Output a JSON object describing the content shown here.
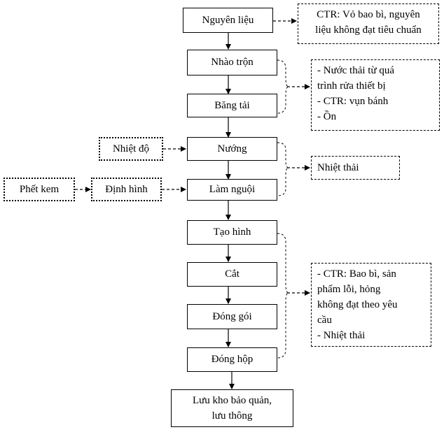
{
  "main_flow": {
    "raw_material": "Nguyên liệu",
    "mixing": "Nhào trộn",
    "conveyor": "Băng tải",
    "baking": "Nướng",
    "cooling": "Làm nguội",
    "shaping": "Tạo hình",
    "cutting": "Cắt",
    "packing": "Đóng gói",
    "boxing": "Đóng hộp",
    "storage_line1": "Lưu kho bảo quản,",
    "storage_line2": "lưu thông"
  },
  "inputs": {
    "temperature": "Nhiệt độ",
    "cream_spread": "Phết kem",
    "forming": "Định hình"
  },
  "outputs": {
    "raw_waste_line1": "CTR: Vỏ bao bì, nguyên",
    "raw_waste_line2": "liệu không đạt tiêu chuẩn",
    "mixing_waste": [
      "- Nước thải từ quá",
      "trình rửa thiết bị",
      "- CTR: vụn bánh",
      "- Ồn"
    ],
    "heat_waste": "Nhiệt thải",
    "packing_waste": [
      "- CTR: Bao bì, sản",
      "phẩm lỗi, hỏng",
      "không đạt theo yêu",
      "cầu",
      "- Nhiệt thải"
    ]
  }
}
